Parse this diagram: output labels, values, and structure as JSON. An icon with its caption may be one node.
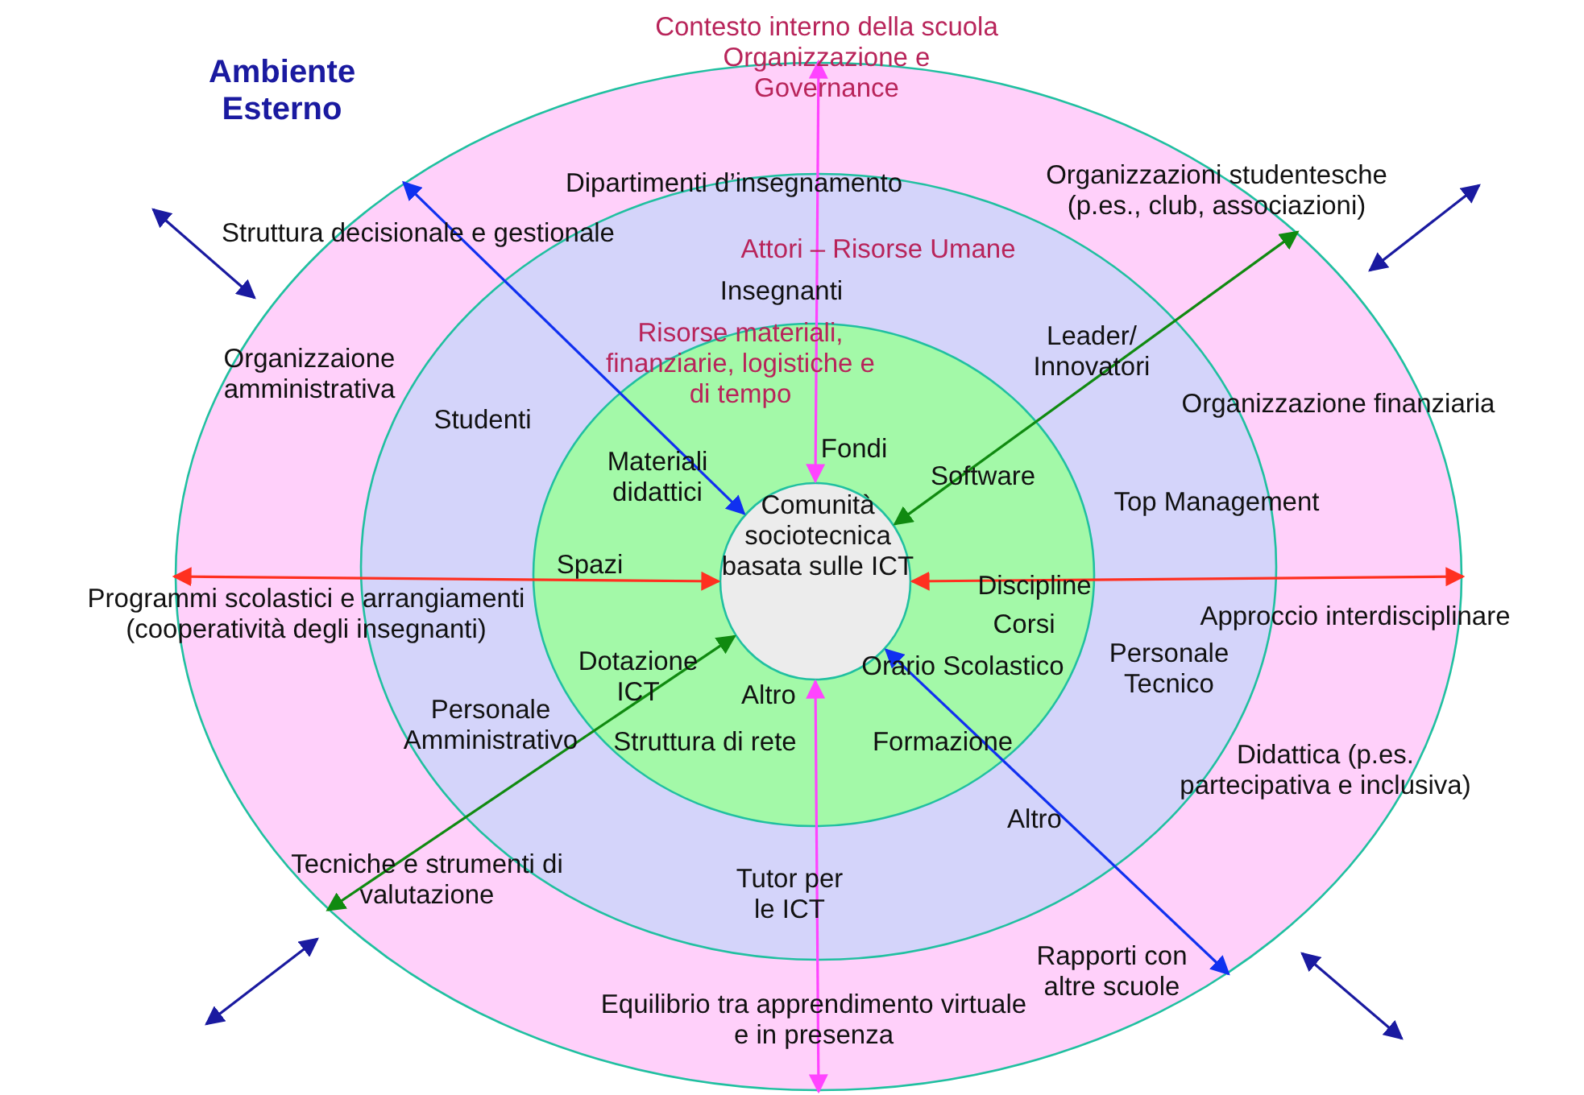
{
  "diagram": {
    "nodes": [
      {
        "text": [
          "Contesto interno della scuola Organizzazione e Governance",
          "Struttura decisionale e gestionale",
          "Organizzazioni studentesche (p.es., club, associazioni)",
          "Organizzaione amministrativa",
          "Organizzazione finanziaria",
          "Programmi scolastici e arrangiamenti (cooperatività degli insegnanti)",
          "Approccio interdisciplinare",
          "Didattica (p.es. partecipativa e inclusiva)",
          "Tecniche e strumenti di valutazione",
          "Rapporti con altre scuole",
          "Equilibrio tra apprendimento virtuale e in presenza"
        ]
      },
      {
        "text": [
          "Attori – Risorse Umane",
          "Dipartimenti d’insegnamento",
          "Insegnanti",
          "Studenti",
          "Leader/ Innovatori",
          "Top Management",
          "Personale Tecnico",
          "Personale Amministrativo",
          "Altro",
          "Tutor per le ICT"
        ],
        "in": 0
      },
      {
        "text": [
          "Risorse materiali, finanziarie, logistiche e di tempo",
          "Fondi",
          "Materiali didattici",
          "Software",
          "Spazi",
          "Discipline",
          "Corsi",
          "Orario Scolastico",
          "Dotazione ICT",
          "Altro",
          "Struttura di rete",
          "Formazione"
        ],
        "in": 1
      },
      {
        "text": [
          "Comunità sociotecnica basata sulle ICT"
        ],
        "in": 2
      }
    ],
    "edges": [
      {
        "from": 0,
        "to": 3,
        "arrow": "both",
        "color": "#ff44ff"
      },
      {
        "from": 0,
        "to": 3,
        "arrow": "both",
        "color": "#1030f0"
      },
      {
        "from": 0,
        "to": 3,
        "arrow": "both",
        "color": "#108a10"
      },
      {
        "from": 0,
        "to": 3,
        "arrow": "both",
        "color": "#ff3020"
      },
      {
        "from": 0,
        "to": 3,
        "arrow": "both",
        "color": "#ff3020"
      },
      {
        "from": 0,
        "to": 3,
        "arrow": "both",
        "color": "#108a10"
      },
      {
        "from": 0,
        "to": 3,
        "arrow": "both",
        "color": "#1030f0"
      },
      {
        "from": 0,
        "to": 3,
        "arrow": "both",
        "color": "#ff44ff"
      }
    ],
    "labels": [
      "Ambiente Esterno"
    ]
  }
}
